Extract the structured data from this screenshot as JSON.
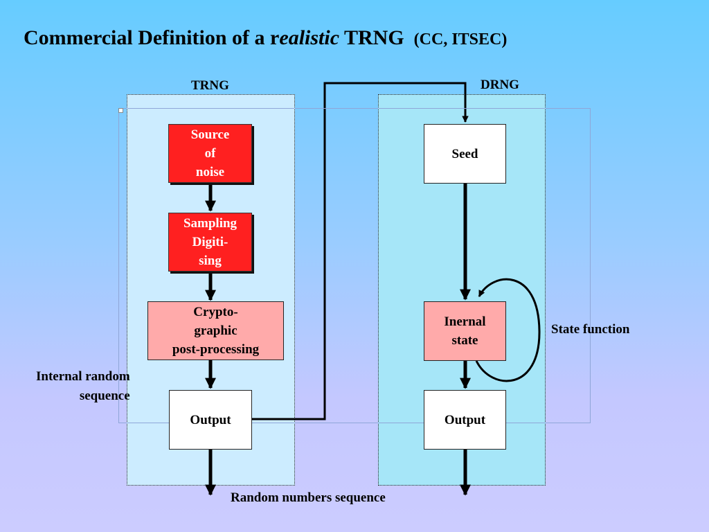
{
  "slide": {
    "title_prefix": "Commercial Definition of a r",
    "title_italic": "ealistic",
    "title_suffix": " TRNG",
    "title_note": "(CC, ITSEC)"
  },
  "trng": {
    "heading": "TRNG",
    "source_box": "Source\nof\nnoise",
    "sampling_box": "Sampling\nDigiti-\nsing",
    "crypto_box": "Crypto-\ngraphic\npost-processing",
    "output_box": "Output"
  },
  "drng": {
    "heading": "DRNG",
    "seed_box": "Seed",
    "state_box": "Inernal\nstate",
    "output_box": "Output"
  },
  "labels": {
    "internal_random": "Internal random\nsequence",
    "state_function": "State function",
    "random_numbers": "Random numbers sequence"
  },
  "colors": {
    "noise_boxes": "#ff2020",
    "processing_boxes": "#ffaaaa",
    "trng_panel": "#ccecff",
    "drng_panel": "#a6e6f8"
  }
}
